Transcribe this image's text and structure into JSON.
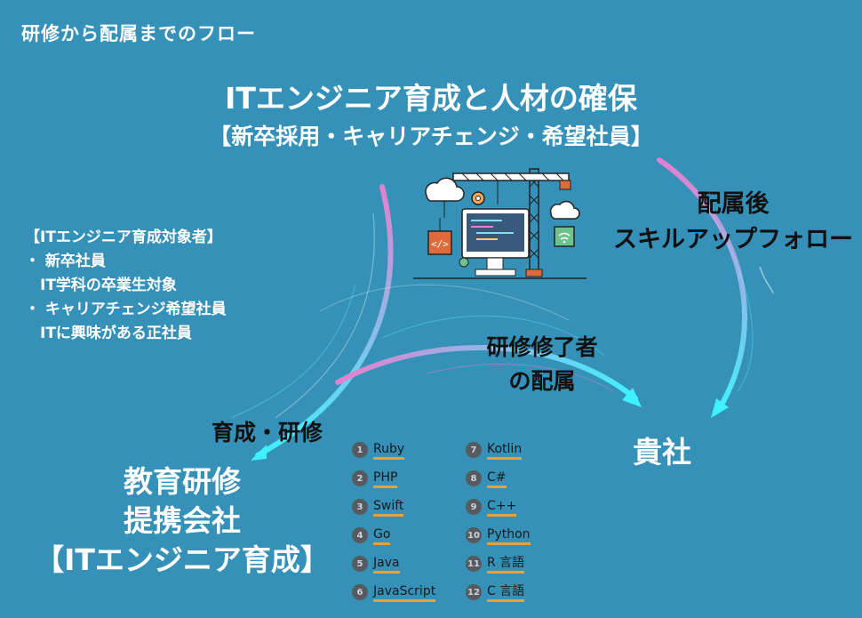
{
  "flow_title": "研修から配属までのフロー",
  "main": {
    "title": "ITエンジニア育成と人材の確保",
    "subtitle": "【新卒採用・キャリアチェンジ・希望社員】"
  },
  "targets": {
    "heading": "【ITエンジニア育成対象者】",
    "lines": [
      "・ 新卒社員",
      "　IT学科の卒業生対象",
      "・ キャリアチェンジ希望社員",
      "　ITに興味がある正社員"
    ]
  },
  "follow_label": [
    "配属後",
    "スキルアップフォロー"
  ],
  "assign_label": [
    "研修修了者",
    "の配属"
  ],
  "training_label": "育成・研修",
  "company_label": "貴社",
  "partner_label": [
    "教育研修",
    "提携会社",
    "【ITエンジニア育成】"
  ],
  "languages": [
    {
      "num": "1",
      "name": "Ruby"
    },
    {
      "num": "2",
      "name": "PHP"
    },
    {
      "num": "3",
      "name": "Swift"
    },
    {
      "num": "4",
      "name": "Go"
    },
    {
      "num": "5",
      "name": "Java"
    },
    {
      "num": "6",
      "name": "JavaScript"
    },
    {
      "num": "7",
      "name": "Kotlin"
    },
    {
      "num": "8",
      "name": "C#"
    },
    {
      "num": "9",
      "name": "C++"
    },
    {
      "num": "10",
      "name": "Python"
    },
    {
      "num": "11",
      "name": "R 言語"
    },
    {
      "num": "12",
      "name": "C 言語"
    }
  ],
  "colors": {
    "background": "#3591b8",
    "arrow_pink": "#e57fcf",
    "arrow_cyan": "#3ff0ff",
    "underline": "#e8a237"
  },
  "icons": [
    "cloud-icon",
    "code-icon",
    "gear-icon",
    "monitor-icon",
    "crane-icon",
    "wifi-icon"
  ]
}
